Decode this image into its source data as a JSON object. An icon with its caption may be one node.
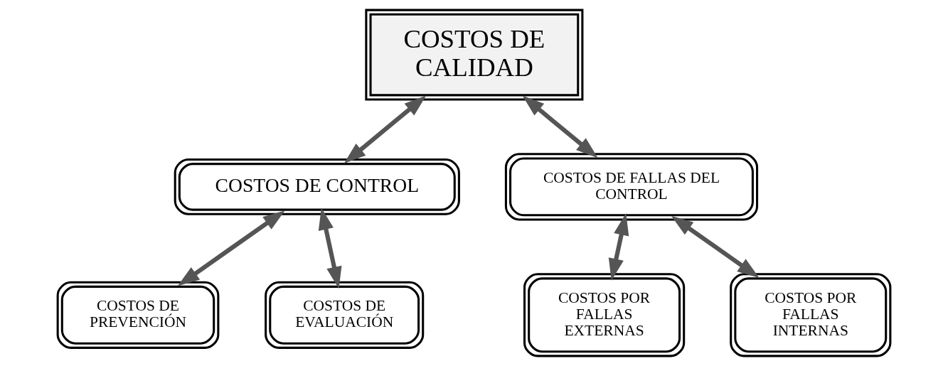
{
  "diagram": {
    "nodes": [
      {
        "text": [
          "COSTOS DE CALIDAD"
        ]
      },
      {
        "text": [
          "COSTOS DE CONTROL"
        ]
      },
      {
        "text": [
          "COSTOS DE FALLAS DEL CONTROL"
        ]
      },
      {
        "text": [
          "COSTOS DE PREVENCIÓN"
        ]
      },
      {
        "text": [
          "COSTOS DE EVALUACIÓN"
        ]
      },
      {
        "text": [
          "COSTOS POR FALLAS EXTERNAS"
        ]
      },
      {
        "text": [
          "COSTOS POR FALLAS INTERNAS"
        ]
      }
    ],
    "edges": [
      {
        "from": 0,
        "to": 1,
        "arrow": "both"
      },
      {
        "from": 0,
        "to": 2,
        "arrow": "both"
      },
      {
        "from": 1,
        "to": 3,
        "arrow": "both"
      },
      {
        "from": 1,
        "to": 4,
        "arrow": "both"
      },
      {
        "from": 2,
        "to": 5,
        "arrow": "both"
      },
      {
        "from": 2,
        "to": 6,
        "arrow": "both"
      }
    ]
  }
}
